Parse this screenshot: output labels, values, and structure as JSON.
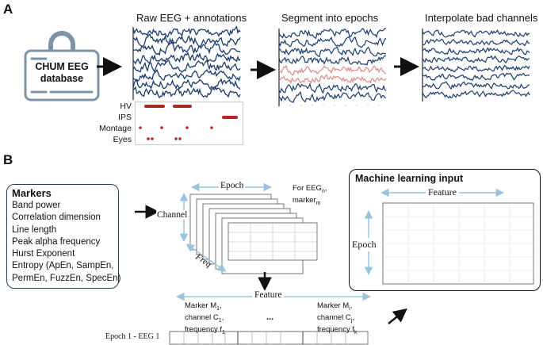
{
  "panel_a": {
    "letter": "A",
    "database": {
      "line1": "CHUM EEG",
      "line2": "database"
    },
    "steps": [
      "Raw EEG + annotations",
      "Segment into epochs",
      "Interpolate bad channels"
    ],
    "annotations": [
      "HV",
      "IPS",
      "Montage",
      "Eyes"
    ]
  },
  "panel_b": {
    "letter": "B",
    "markers": {
      "title": "Markers",
      "items": [
        "Band power",
        "Correlation dimension",
        "Line length",
        "Peak alpha frequency",
        "Hurst Exponent",
        "Entropy (ApEn, SampEn,",
        "PermEn, FuzzEn, SpecEn)"
      ]
    },
    "tensor": {
      "epoch": "Epoch",
      "channel": "Channel",
      "freq": "Freq",
      "for_eeg": "For EEG",
      "for_eeg_sub": "n",
      "marker": "marker",
      "marker_sub": "m"
    },
    "vector": {
      "feature": "Feature",
      "left": {
        "l1": "Marker M",
        "l1_sub": "1",
        "l2": "channel C",
        "l2_sub": "1",
        "l3": "frequency f",
        "l3_sub": "1"
      },
      "ellipsis": "...",
      "right": {
        "l1": "Marker M",
        "l1_sub": "i",
        "l2": "channel C",
        "l2_sub": "j",
        "l3": "frequency f",
        "l3_sub": "k"
      },
      "row_label": "Epoch 1 - EEG 1"
    },
    "ml": {
      "title": "Machine learning input",
      "feature": "Feature",
      "epoch": "Epoch"
    }
  },
  "colors": {
    "eeg_trace": "#1b3a6b",
    "highlight": "#e08a8a",
    "annotation": "#b52424",
    "arrow_blue": "#9cc3dd",
    "icon": "#7f93a8"
  }
}
